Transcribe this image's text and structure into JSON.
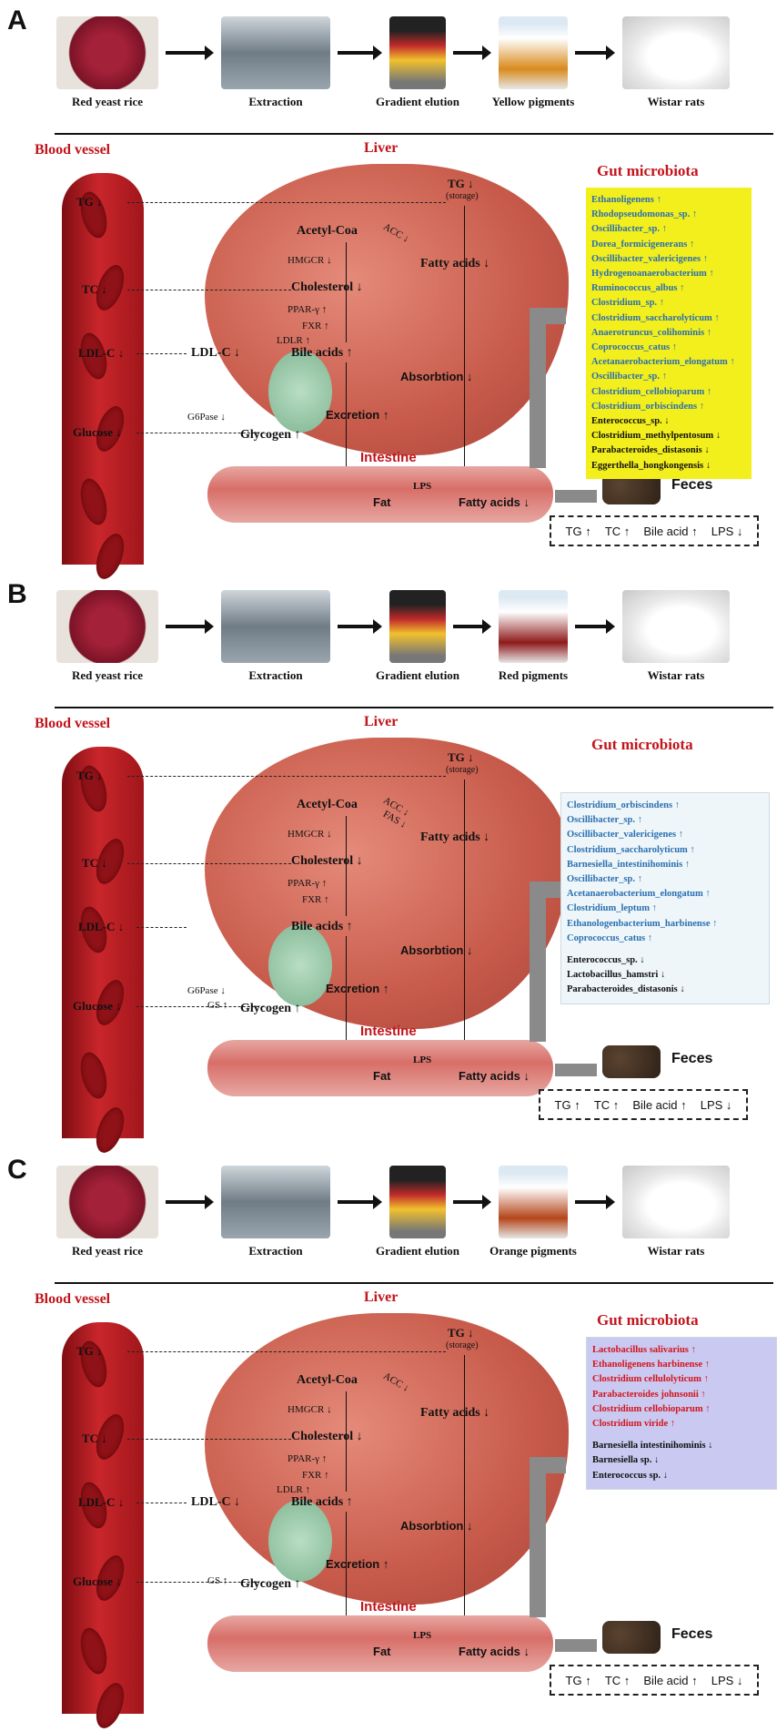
{
  "panels": [
    {
      "id": "A",
      "steps": [
        "Red yeast rice",
        "Extraction",
        "Gradient elution",
        "Yellow pigments",
        "Wistar rats"
      ],
      "pigment_color": "#d98a1d",
      "headers": {
        "vessel": "Blood vessel",
        "liver": "Liver",
        "gut": "Gut microbiota",
        "intestine": "Intestine"
      },
      "blood": {
        "tg": "TG ↓",
        "tc": "TC ↓",
        "ldl": "LDL-C ↓",
        "glucose": "Glucose ↓"
      },
      "liver": {
        "tg": "TG ↓",
        "storage": "(storage)",
        "acetyl": "Acetyl-Coa",
        "acc": "ACC ↓",
        "fas": "",
        "fatty": "Fatty acids ↓",
        "hmgcr": "HMGCR ↓",
        "chol": "Cholesterol ↓",
        "ppar": "PPAR-γ ↑",
        "fxr": "FXR ↑",
        "ldlr": "LDLR ↑",
        "ldl": "LDL-C ↓",
        "bile": "Bile acids ↑",
        "g6pase": "G6Pase ↓",
        "gs": "",
        "glycogen": "Glycogen ↑",
        "excretion": "Excretion ↑",
        "absorption": "Absorbtion ↓"
      },
      "intestine": {
        "fat": "Fat",
        "lps": "LPS",
        "fatty": "Fatty acids ↓",
        "feces": "Feces"
      },
      "feces_box": [
        "TG ↑",
        "TC ↑",
        "Bile acid ↑",
        "LPS ↓"
      ],
      "gut_box_color": "#f3ef1c",
      "gut_up_color": "#2a6fb0",
      "gut_up": [
        "Ethanoligenens ↑",
        "Rhodopseudomonas_sp. ↑",
        "Oscillibacter_sp. ↑",
        "Dorea_formicigenerans ↑",
        "Oscillibacter_valericigenes ↑",
        "Hydrogenoanaerobacterium ↑",
        "Ruminococcus_albus ↑",
        "Clostridium_sp. ↑",
        "Clostridium_saccharolyticum ↑",
        "Anaerotruncus_colihominis ↑",
        "Coprococcus_catus ↑",
        "Acetanaerobacterium_elongatum ↑",
        "Oscillibacter_sp. ↑",
        "Clostridium_cellobioparum ↑",
        "Clostridium_orbiscindens ↑"
      ],
      "gut_down": [
        "Enterococcus_sp. ↓",
        "Clostridium_methylpentosum ↓",
        "Parabacteroides_distasonis ↓",
        "Eggerthella_hongkongensis ↓"
      ]
    },
    {
      "id": "B",
      "steps": [
        "Red yeast rice",
        "Extraction",
        "Gradient elution",
        "Red pigments",
        "Wistar rats"
      ],
      "pigment_color": "#8e1a1a",
      "headers": {
        "vessel": "Blood vessel",
        "liver": "Liver",
        "gut": "Gut microbiota",
        "intestine": "Intestine"
      },
      "blood": {
        "tg": "TG ↓",
        "tc": "TC ↓",
        "ldl": "LDL-C ↓",
        "glucose": "Glucose ↓"
      },
      "liver": {
        "tg": "TG ↓",
        "storage": "(storage)",
        "acetyl": "Acetyl-Coa",
        "acc": "ACC ↓",
        "fas": "FAS ↓",
        "fatty": "Fatty acids ↓",
        "hmgcr": "HMGCR ↓",
        "chol": "Cholesterol ↓",
        "ppar": "PPAR-γ ↑",
        "fxr": "FXR ↑",
        "ldlr": "",
        "ldl": "",
        "bile": "Bile acids ↑",
        "g6pase": "G6Pase ↓",
        "gs": "GS ↑",
        "glycogen": "Glycogen ↑",
        "excretion": "Excretion ↑",
        "absorption": "Absorbtion ↓"
      },
      "intestine": {
        "fat": "Fat",
        "lps": "LPS",
        "fatty": "Fatty acids ↓",
        "feces": "Feces"
      },
      "feces_box": [
        "TG ↑",
        "TC ↑",
        "Bile acid ↑",
        "LPS ↓"
      ],
      "gut_box_color": "#eef6fa",
      "gut_up_color": "#2a6fb0",
      "gut_up": [
        "Clostridium_orbiscindens ↑",
        "Oscillibacter_sp. ↑",
        "Oscillibacter_valericigenes ↑",
        "Clostridium_saccharolyticum ↑",
        "Barnesiella_intestinihominis ↑",
        "Oscillibacter_sp. ↑",
        "Acetanaerobacterium_elongatum ↑",
        "Clostridium_leptum ↑",
        "Ethanologenbacterium_harbinense ↑",
        "Coprococcus_catus ↑"
      ],
      "gut_down": [
        "Enterococcus_sp. ↓",
        "Lactobacillus_hamstri ↓",
        "Parabacteroides_distasonis ↓"
      ]
    },
    {
      "id": "C",
      "steps": [
        "Red yeast rice",
        "Extraction",
        "Gradient elution",
        "Orange pigments",
        "Wistar rats"
      ],
      "pigment_color": "#b5461a",
      "headers": {
        "vessel": "Blood vessel",
        "liver": "Liver",
        "gut": "Gut microbiota",
        "intestine": "Intestine"
      },
      "blood": {
        "tg": "TG ↓",
        "tc": "TC ↓",
        "ldl": "LDL-C ↓",
        "glucose": "Glucose ↓"
      },
      "liver": {
        "tg": "TG ↓",
        "storage": "(storage)",
        "acetyl": "Acetyl-Coa",
        "acc": "ACC ↓",
        "fas": "",
        "fatty": "Fatty acids ↓",
        "hmgcr": "HMGCR ↓",
        "chol": "Cholesterol ↓",
        "ppar": "PPAR-γ ↑",
        "fxr": "FXR ↑",
        "ldlr": "LDLR ↑",
        "ldl": "LDL-C ↓",
        "bile": "Bile acids ↑",
        "g6pase": "",
        "gs": "GS ↑",
        "glycogen": "Glycogen ↑",
        "excretion": "Excretion ↑",
        "absorption": "Absorbtion ↓"
      },
      "intestine": {
        "fat": "Fat",
        "lps": "LPS",
        "fatty": "Fatty acids ↓",
        "feces": "Feces"
      },
      "feces_box": [
        "TG ↑",
        "TC ↑",
        "Bile acid ↑",
        "LPS ↓"
      ],
      "gut_box_color": "#c9c9f1",
      "gut_up_color": "#d4141b",
      "gut_up": [
        "Lactobacillus salivarius ↑",
        "Ethanoligenens harbinense ↑",
        "Clostridium cellulolyticum ↑",
        "Parabacteroides johnsonii ↑",
        "Clostridium cellobioparum ↑",
        "Clostridium viride ↑"
      ],
      "gut_down": [
        "Barnesiella intestinihominis ↓",
        "Barnesiella sp. ↓",
        "Enterococcus sp. ↓"
      ]
    }
  ]
}
